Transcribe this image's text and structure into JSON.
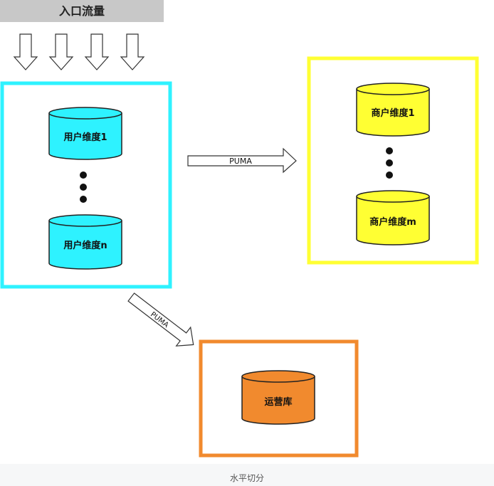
{
  "title": "入口流量",
  "colors": {
    "user_group": "#2ef2ff",
    "merchant_group": "#ffff33",
    "ops_group": "#f18a2e",
    "title_bg": "#c8c8c8"
  },
  "user_group": {
    "top_db": "用户维度1",
    "bottom_db": "用户维度n"
  },
  "merchant_group": {
    "top_db": "商户维度1",
    "bottom_db": "商户维度m"
  },
  "ops_group": {
    "db": "运营库"
  },
  "arrows": {
    "to_merchant": "PUMA",
    "to_ops": "PUMA"
  },
  "caption": "水平切分"
}
